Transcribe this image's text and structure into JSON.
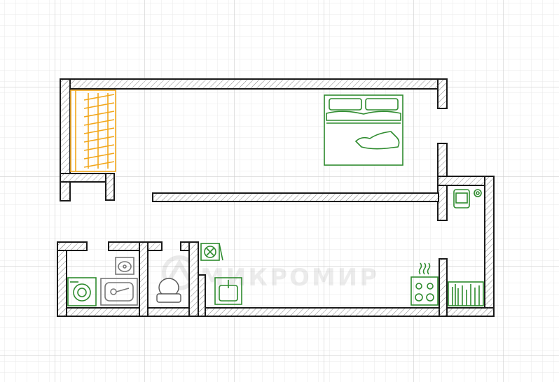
{
  "watermark": {
    "text": "МИКРОМИР"
  },
  "colors": {
    "grid_minor": "#e9e9e9",
    "grid_major": "#cdcdcd",
    "wall_outline": "#1a1a1a",
    "wall_fill": "#ffffff",
    "furniture_green": "#2e8b2e",
    "wardrobe_orange": "#f2a71b",
    "fixture_gray": "#777777"
  },
  "furniture": [
    {
      "name": "wardrobe",
      "icon": "wardrobe-icon"
    },
    {
      "name": "double-bed",
      "icon": "bed-icon"
    },
    {
      "name": "armchair",
      "icon": "armchair-icon"
    },
    {
      "name": "washing-machine",
      "icon": "washing-machine-icon"
    },
    {
      "name": "bathroom-sink",
      "icon": "sink-icon"
    },
    {
      "name": "bathtub",
      "icon": "bathtub-icon"
    },
    {
      "name": "toilet",
      "icon": "toilet-icon"
    },
    {
      "name": "kitchen-sink",
      "icon": "kitchen-sink-icon"
    },
    {
      "name": "dishwasher",
      "icon": "dishwasher-icon"
    },
    {
      "name": "stove",
      "icon": "stove-icon"
    },
    {
      "name": "bookshelf",
      "icon": "bookshelf-icon"
    }
  ]
}
